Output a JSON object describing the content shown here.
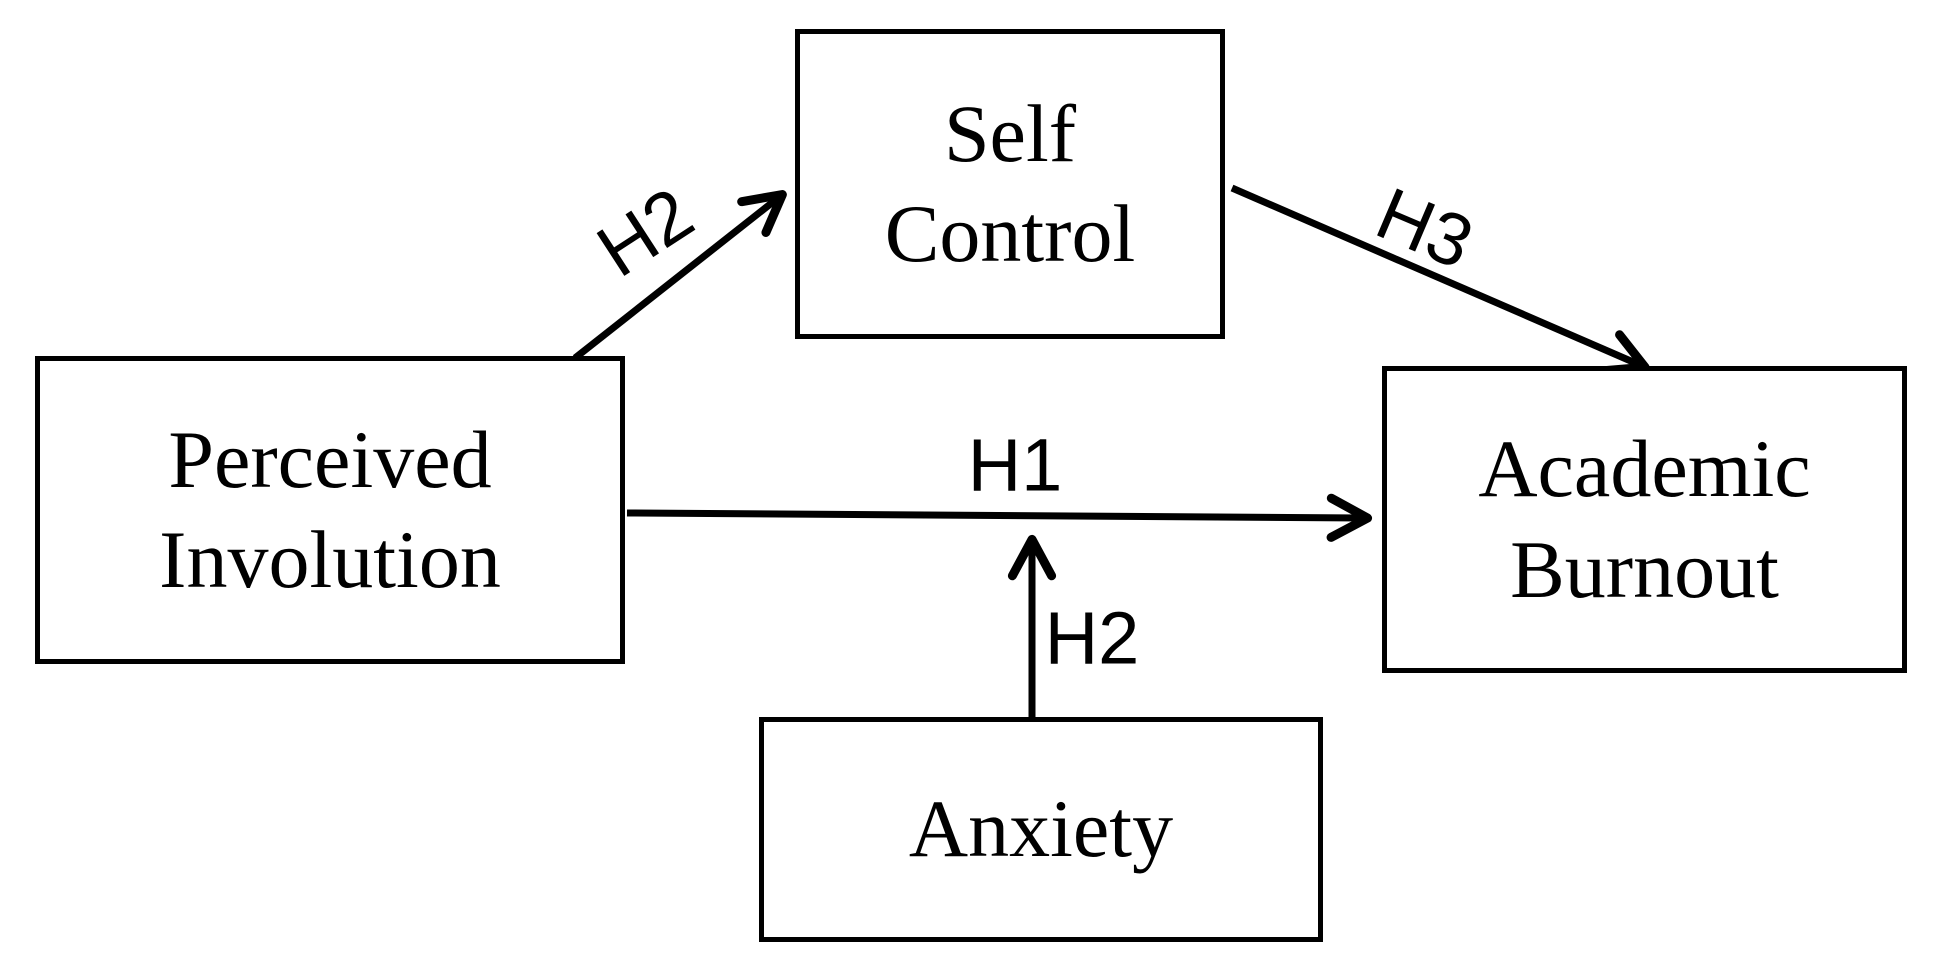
{
  "diagram": {
    "nodes": {
      "self_control": {
        "line1": "Self",
        "line2": "Control"
      },
      "perceived_involution": {
        "line1": "Perceived",
        "line2": "Involution"
      },
      "academic_burnout": {
        "line1": "Academic",
        "line2": "Burnout"
      },
      "anxiety": {
        "line1": "Anxiety"
      }
    },
    "edges": {
      "h2_upper": {
        "label": "H2",
        "from": "Perceived Involution",
        "to": "Self Control"
      },
      "h3": {
        "label": "H3",
        "from": "Self Control",
        "to": "Academic Burnout"
      },
      "h1": {
        "label": "H1",
        "from": "Perceived Involution",
        "to": "Academic Burnout"
      },
      "h2_lower": {
        "label": "H2",
        "from": "Anxiety",
        "to": "H1 path"
      }
    },
    "colors": {
      "line": "#000000",
      "background": "#ffffff",
      "text": "#000000",
      "box_border": "#000000"
    }
  }
}
